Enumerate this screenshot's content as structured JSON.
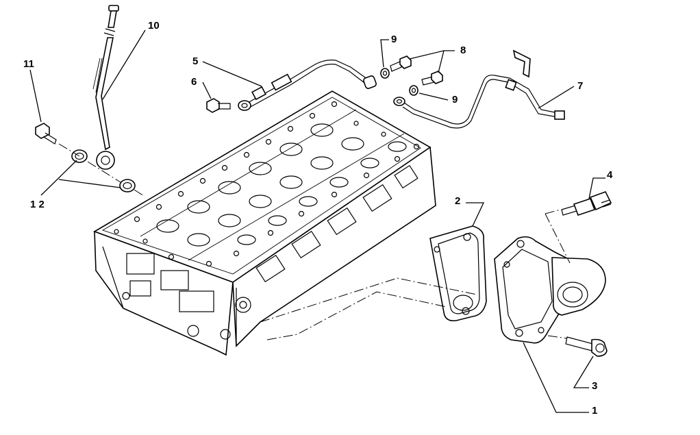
{
  "callouts": {
    "c1": "1",
    "c2": "2",
    "c3": "3",
    "c4": "4",
    "c5": "5",
    "c6": "6",
    "c7": "7",
    "c8": "8",
    "c9a": "9",
    "c9b": "9",
    "c10": "10",
    "c11": "11",
    "c12": "1 2"
  }
}
